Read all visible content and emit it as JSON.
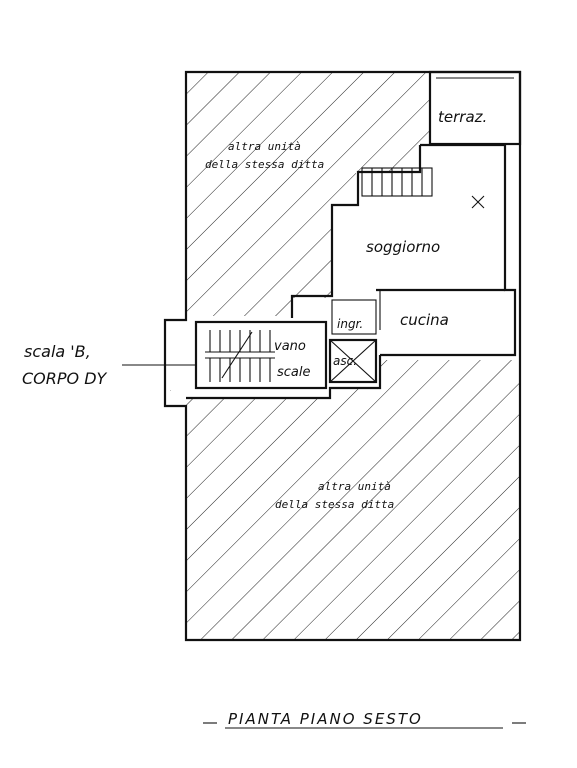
{
  "drawing": {
    "ink_color": "#111111",
    "paper_color": "#ffffff",
    "labels": {
      "terrace": "terraz.",
      "other_unit_top_line1": "altra unità",
      "other_unit_top_line2": "della stessa ditta",
      "living_room": "soggiorno",
      "kitchen": "cucina",
      "entrance": "ingr.",
      "stair_well_line1": "vano",
      "stair_well_line2": "scale",
      "elevator": "asc.",
      "stair_callout_line1": "scala 'B,",
      "stair_callout_line2": "CORPO DY",
      "other_unit_bottom_line1": "altra unità",
      "other_unit_bottom_line2": "della stessa ditta",
      "plan_title": "PIANTA PIANO SESTO"
    }
  }
}
